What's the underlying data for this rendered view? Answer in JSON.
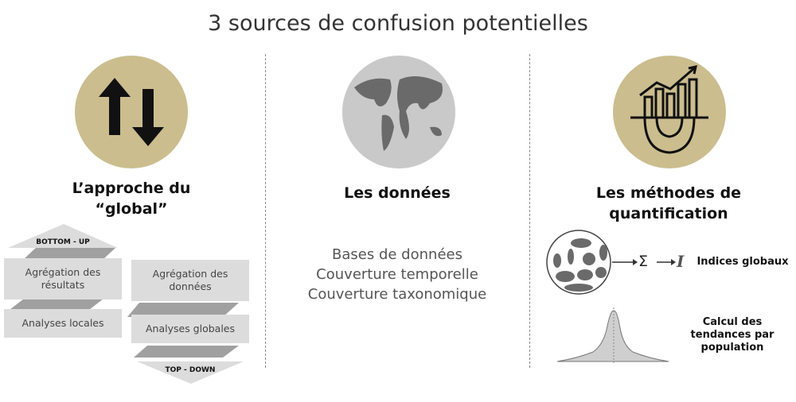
{
  "title": "3 sources de confusion potentielles",
  "columns": [
    {
      "heading_line1": "L’approche du",
      "heading_line2": "“global”",
      "icon": "up-down-arrows-icon",
      "bottom_up": {
        "label": "BOTTOM - UP",
        "box1_line1": "Agrégation des",
        "box1_line2": "résultats",
        "box2": "Analyses locales"
      },
      "top_down": {
        "label": "TOP - DOWN",
        "box1_line1": "Agrégation des",
        "box1_line2": "données",
        "box2": "Analyses globales"
      }
    },
    {
      "heading": "Les données",
      "icon": "world-map-icon",
      "items": [
        "Bases de données",
        "Couverture temporelle",
        "Couverture taxonomique"
      ]
    },
    {
      "heading_line1": "Les méthodes de",
      "heading_line2": "quantification",
      "icon": "chart-gear-icon",
      "indices_label": "Indices globaux",
      "sigma": "Σ",
      "index_symbol": "I",
      "trend_line1": "Calcul des",
      "trend_line2": "tendances par",
      "trend_line3": "population"
    }
  ],
  "colors": {
    "gold": "#cbbd8e",
    "box": "#dcdcdc",
    "dark_band": "#a0a0a0"
  }
}
